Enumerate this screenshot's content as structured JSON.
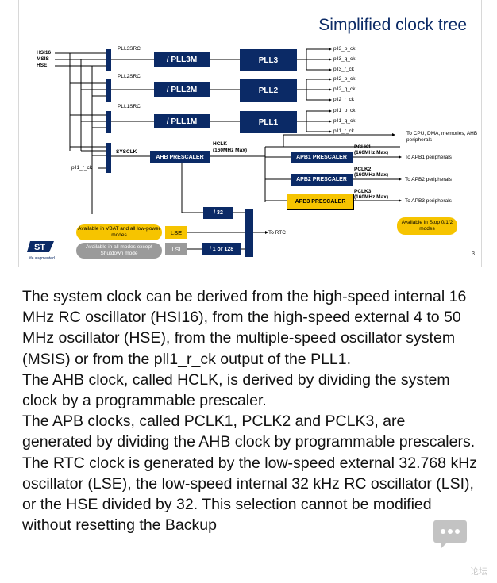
{
  "slide": {
    "title": "Simplified clock tree",
    "page_number": "3",
    "logo_tagline": "life.augmented",
    "inputs": [
      "HSI16",
      "MSIS",
      "HSE"
    ],
    "pll_src": [
      "PLL3SRC",
      "PLL2SRC",
      "PLL1SRC"
    ],
    "dividers": [
      "/ PLL3M",
      "/ PLL2M",
      "/ PLL1M"
    ],
    "plls": [
      "PLL3",
      "PLL2",
      "PLL1"
    ],
    "pll_outputs": [
      [
        "pll3_p_ck",
        "pll3_q_ck",
        "pll3_r_ck"
      ],
      [
        "pll2_p_ck",
        "pll2_q_ck",
        "pll2_r_ck"
      ],
      [
        "pll1_p_ck",
        "pll1_q_ck",
        "pll1_r_ck"
      ]
    ],
    "sysclk": "SYSCLK",
    "pll1_r_ck_label": "pll1_r_ck",
    "ahb_prescaler": "AHB PRESCALER",
    "hclk": "HCLK",
    "hclk_max": "(160MHz Max)",
    "cpu_dest": "To CPU, DMA, memories, AHB peripherals",
    "apb": [
      {
        "name": "APB1 PRESCALER",
        "pclk": "PCLK1",
        "max": "(160MHz Max)",
        "dest": "To APB1 peripherals"
      },
      {
        "name": "APB2 PRESCALER",
        "pclk": "PCLK2",
        "max": "(160MHz Max)",
        "dest": "To APB2 peripherals"
      },
      {
        "name": "APB3 PRESCALER",
        "pclk": "PCLK3",
        "max": "(160MHz Max)",
        "dest": "To APB3 peripherals"
      }
    ],
    "stop_note": "Available in Stop 0/1/2 modes",
    "div32": "/ 32",
    "lse": "LSE",
    "lsi": "LSI",
    "div1or128": "/ 1 or 128",
    "rtc_dest": "To RTC",
    "vbat_note": "Available in VBAT and all low-power modes",
    "all_modes_note": "Available in all modes except Shutdown mode",
    "colors": {
      "navy": "#0b2a66",
      "yellow": "#f6c400",
      "grey": "#9a9a9a"
    }
  },
  "body_text": [
    "The system clock can be derived from the high-speed internal 16 MHz RC oscillator (HSI16), from the high-speed external 4 to 50 MHz oscillator (HSE), from the multiple-speed oscillator system (MSIS) or from the pll1_r_ck output of the PLL1.",
    "The AHB clock, called HCLK, is derived by dividing the system clock by a programmable prescaler.",
    "The APB clocks, called PCLK1, PCLK2 and PCLK3, are generated by dividing the AHB clock by programmable prescalers.",
    "The RTC clock is generated by the low-speed external 32.768 kHz oscillator (LSE), the low-speed internal 32 kHz RC oscillator (LSI), or the HSE divided by 32. This selection cannot be modified without resetting the Backup"
  ],
  "watermark": "论坛"
}
